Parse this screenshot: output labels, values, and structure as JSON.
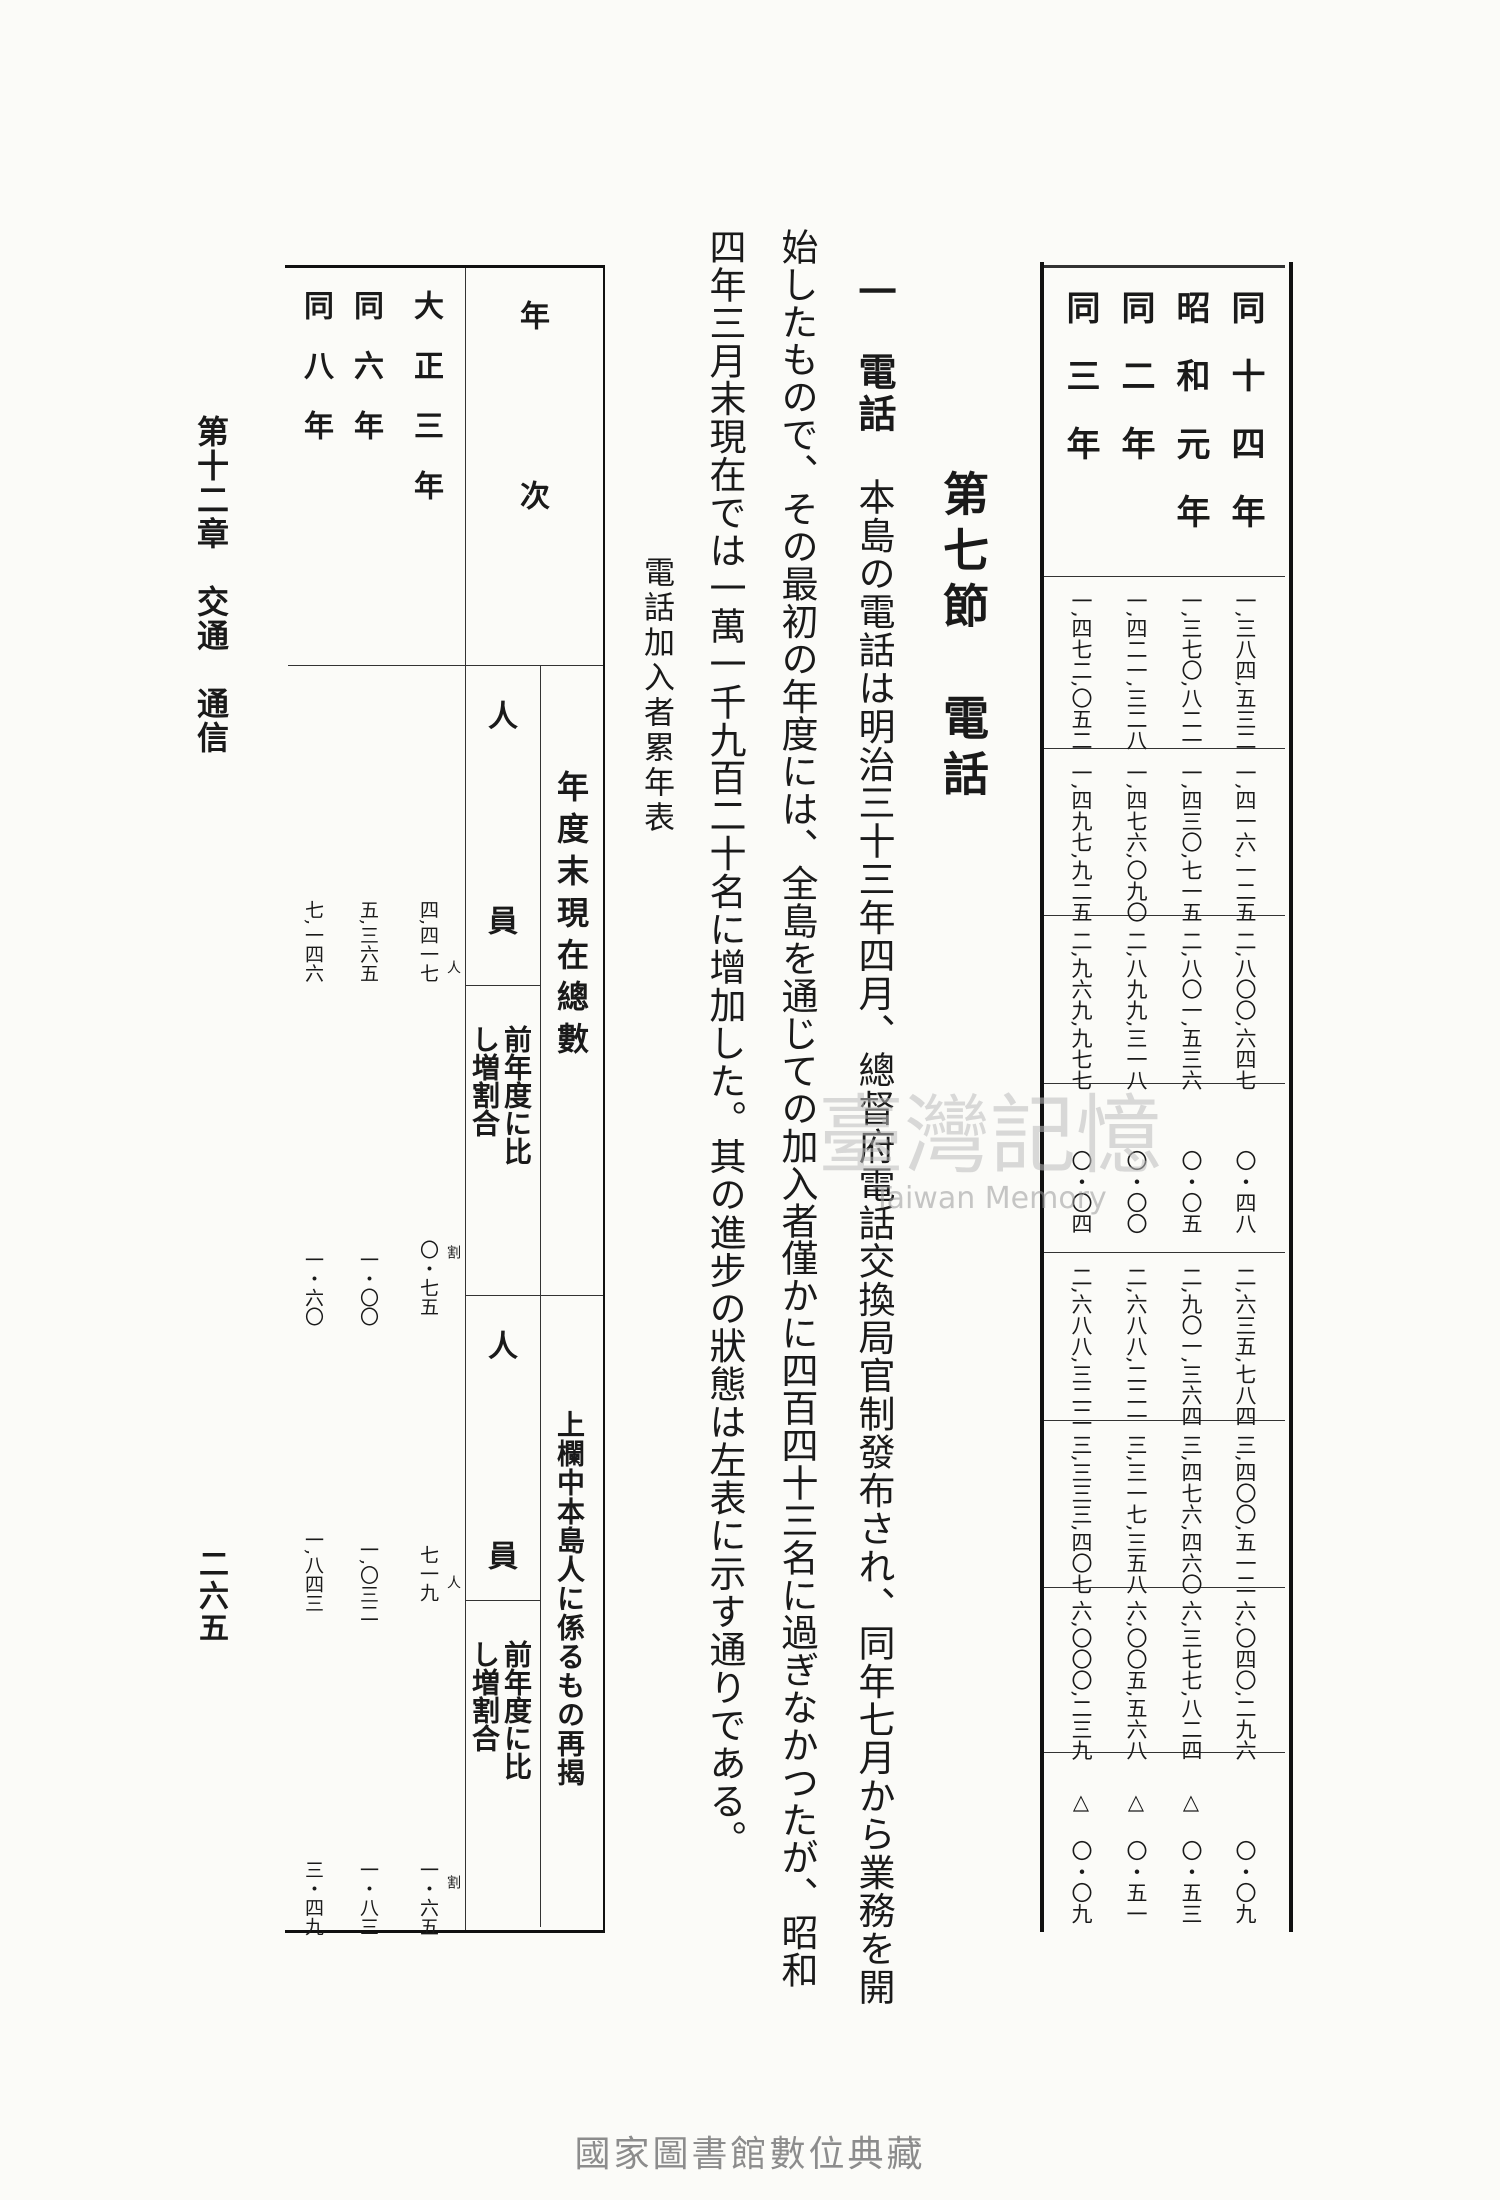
{
  "section": {
    "title": "第七節　電話"
  },
  "heading": {
    "number": "一",
    "title": "電話"
  },
  "body_columns": [
    "本島の電話は明治三十三年四月、總督府電話交換局官制發布され、同年七月から業務を開",
    "始したもので、その最初の年度には、全島を通じての加入者僅かに四百四十三名に過ぎなかつたが、昭和",
    "四年三月末現在では一萬一千九百二十名に增加した。其の進步の狀態は左表に示す通りである。"
  ],
  "table_caption": "電話加入者累年表",
  "table1": {
    "rows": [
      {
        "year": "同　十　四　年",
        "cells": [
          "一,三八四,五三二",
          "一,四一六,一二五",
          "二,八〇〇,六四七",
          "〇・四八",
          "二,六三五,七八四",
          "三,四〇〇,五一二",
          "六,〇四〇,二九六",
          "",
          "〇・〇九"
        ]
      },
      {
        "year": "昭　和　元　年",
        "cells": [
          "一,三七〇,八二一",
          "一,四三〇,七一五",
          "二,八〇一,五三六",
          "〇・〇五",
          "二,九〇一,三六四",
          "三,四七六,四六〇",
          "六,三七七,八二四",
          "△",
          "〇・五三"
        ]
      },
      {
        "year": "同　二　年",
        "cells": [
          "一,四二一,三二八",
          "一,四七六,〇九〇",
          "二,八九九,三一八",
          "〇・〇〇",
          "二,六八八,二二一",
          "三,三一七,三五八",
          "六,〇〇五,五六八",
          "△",
          "〇・五一"
        ]
      },
      {
        "year": "同　三　年",
        "cells": [
          "一,四七二,〇五二",
          "一,四九七,九二五",
          "二,九六九,九七七",
          "〇・〇四",
          "二,六八八,三二二",
          "三,三三三,四〇七",
          "六,〇〇〇,二三九",
          "△",
          "〇・〇九"
        ]
      }
    ]
  },
  "table2": {
    "header": {
      "year_label": "年　　　　　次",
      "group1": "年度末現在總數",
      "group2": "上欄中本島人に係るもの再揭",
      "person": "人",
      "member": "員",
      "ratio_line1": "前年度に比",
      "ratio_line2": "し増割合",
      "unit_person": "人",
      "unit_ratio": "割"
    },
    "rows": [
      {
        "year": "大　正　三　年",
        "total": "四,四一七",
        "total_ratio": "〇・七五",
        "native": "七一九",
        "native_ratio": "一・六五"
      },
      {
        "year": "同　六　年",
        "total": "五,三六五",
        "total_ratio": "一・〇〇",
        "native": "一,〇三二",
        "native_ratio": "一・八三"
      },
      {
        "year": "同　八　年",
        "total": "七,一四六",
        "total_ratio": "一・六〇",
        "native": "一,八四三",
        "native_ratio": "三・四九"
      }
    ]
  },
  "running_head": "第十二章　交通　通信",
  "page_number": "二六五",
  "watermark": {
    "text": "臺灣記憶",
    "subtext": "Taiwan Memory"
  },
  "footer": "國家圖書館數位典藏"
}
